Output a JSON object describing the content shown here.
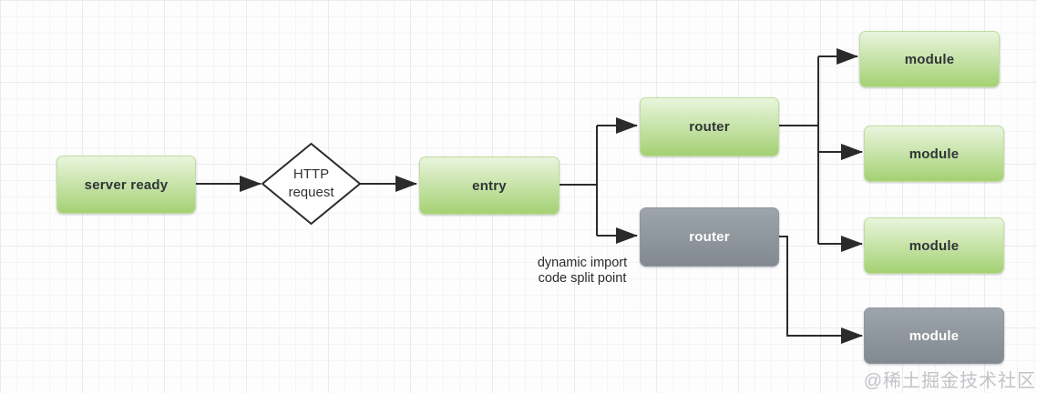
{
  "nodes": {
    "server_ready": {
      "label": "server ready"
    },
    "http_request": {
      "line1": "HTTP",
      "line2": "request"
    },
    "entry": {
      "label": "entry"
    },
    "router_top": {
      "label": "router"
    },
    "router_bottom": {
      "label": "router"
    },
    "module_1": {
      "label": "module"
    },
    "module_2": {
      "label": "module"
    },
    "module_3": {
      "label": "module"
    },
    "module_4": {
      "label": "module"
    }
  },
  "annotation": {
    "line1": "dynamic import",
    "line2": "code split point"
  },
  "watermark": "@稀土掘金技术社区",
  "colors": {
    "green_top": "#e9f5dd",
    "green_bottom": "#a4d173",
    "green_border": "#c0dd9d",
    "gray_top": "#9da4ac",
    "gray_bottom": "#828990",
    "gray_border": "#8f969d",
    "edge": "#2b2b2b",
    "text_dark": "#2f3437",
    "text_light": "#ffffff",
    "annotation_text": "#2b2b2b",
    "watermark_text": "#c3c3c7"
  }
}
